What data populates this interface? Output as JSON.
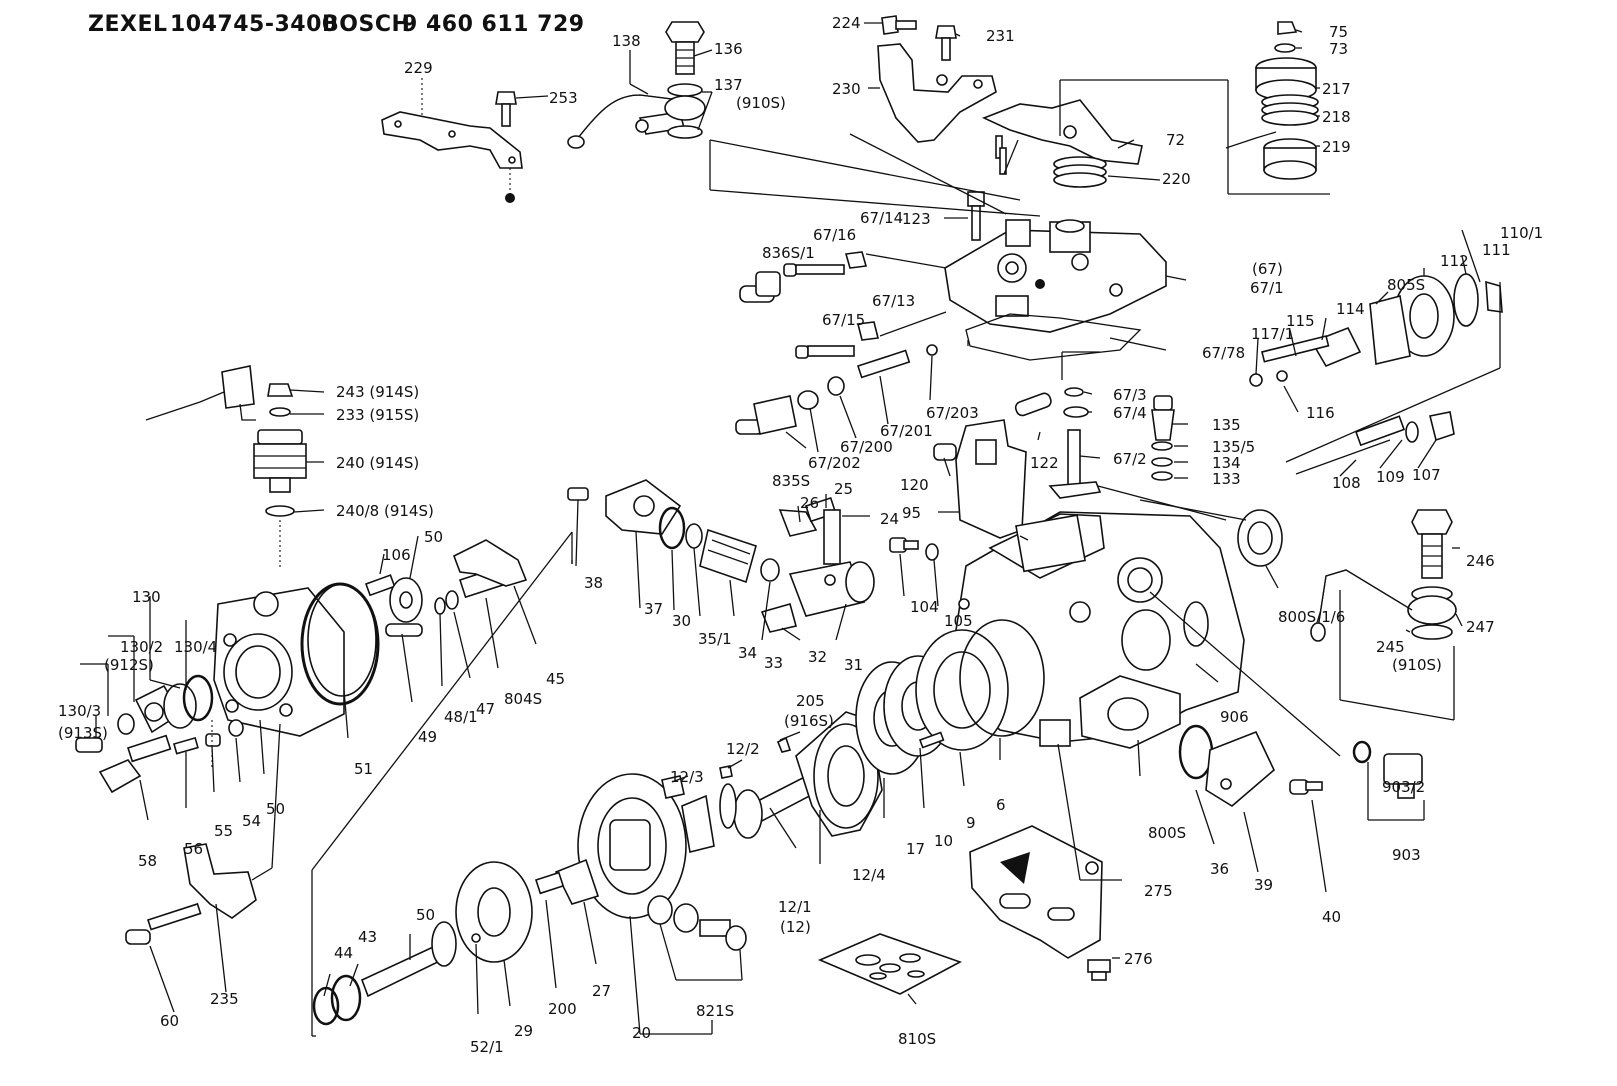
{
  "header": {
    "brand1": "ZEXEL",
    "part1": "104745-3400",
    "brand2": "BOSCH",
    "part2": "9 460 611 729"
  },
  "labels": {
    "l229": "229",
    "l253": "253",
    "l138": "138",
    "l136": "136",
    "l137": "137",
    "l137b": "(910S)",
    "l224": "224",
    "l231": "231",
    "l230": "230",
    "l75": "75",
    "l73": "73",
    "l217": "217",
    "l218": "218",
    "l219": "219",
    "l72": "72",
    "l220": "220",
    "l123": "123",
    "l836": "836S/1",
    "l6716": "67/16",
    "l6714": "67/14",
    "l67": "(67)",
    "l671": "67/1",
    "l6715": "67/15",
    "l6713": "67/13",
    "l6778": "67/78",
    "l1101": "110/1",
    "l111": "111",
    "l112": "112",
    "l805": "805S",
    "l115": "115",
    "l114": "114",
    "l1171": "117/1",
    "l116": "116",
    "l243": "243 (914S)",
    "l233": "233 (915S)",
    "l240": "240 (914S)",
    "l2408": "240/8 (914S)",
    "l6703": "67/3",
    "l6704": "67/4",
    "l135": "135",
    "l1355": "135/5",
    "l134": "134",
    "l133": "133",
    "l6702": "67/2",
    "l122": "122",
    "l120": "120",
    "l95": "95",
    "l67203": "67/203",
    "l67201": "67/201",
    "l67200": "67/200",
    "l67202": "67/202",
    "l835": "835S",
    "l108": "108",
    "l109": "109",
    "l107": "107",
    "l26": "26",
    "l25": "25",
    "l24": "24",
    "l38": "38",
    "l37": "37",
    "l30": "30",
    "l351": "35/1",
    "l34": "34",
    "l33": "33",
    "l32": "32",
    "l31": "31",
    "l104": "104",
    "l105": "105",
    "l8001": "800S/1/6",
    "l246": "246",
    "l247": "247",
    "l245": "245",
    "l245b": "(910S)",
    "l106": "106",
    "l50a": "50",
    "l130": "130",
    "l1302": "130/2",
    "l1302b": "(912S)",
    "l1304": "130/4",
    "l1303": "130/3",
    "l1303b": "(913S)",
    "l51": "51",
    "l49": "49",
    "l481": "48/1",
    "l47": "47",
    "l804": "804S",
    "l45": "45",
    "l58": "58",
    "l56": "56",
    "l55": "55",
    "l54": "54",
    "l50b": "50",
    "l205": "205",
    "l205b": "(916S)",
    "l122a": "12/2",
    "l123a": "12/3",
    "l124": "12/4",
    "l121": "12/1",
    "l121b": "(12)",
    "l17": "17",
    "l10": "10",
    "l9": "9",
    "l6": "6",
    "l906": "906",
    "l800": "800S",
    "l36": "36",
    "l39": "39",
    "l40": "40",
    "l9032": "903/2",
    "l903": "903",
    "l275": "275",
    "l276": "276",
    "l810": "810S",
    "l60": "60",
    "l235": "235",
    "l44": "44",
    "l43": "43",
    "l50c": "50",
    "l521": "52/1",
    "l29": "29",
    "l200": "200",
    "l27": "27",
    "l20": "20",
    "l821": "821S"
  }
}
